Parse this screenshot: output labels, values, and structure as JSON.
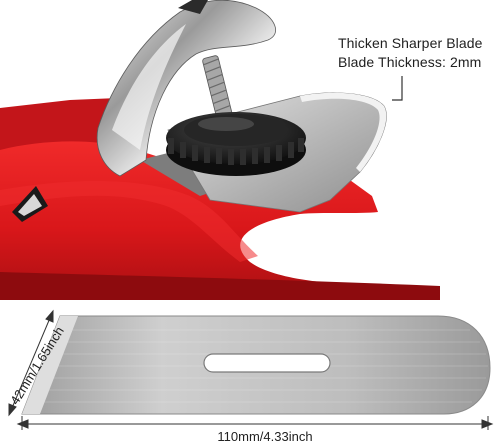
{
  "callout": {
    "line1": "Thicken Sharper Blade",
    "line2": "Blade Thickness: 2mm"
  },
  "dimensions": {
    "width_label": "110mm/4.33inch",
    "height_label": "42mm/1.65inch"
  },
  "colors": {
    "plane_body": "#e0191c",
    "plane_shadow": "#9c0e10",
    "steel": "#c8c8c8",
    "knob": "#1c1c1c"
  }
}
